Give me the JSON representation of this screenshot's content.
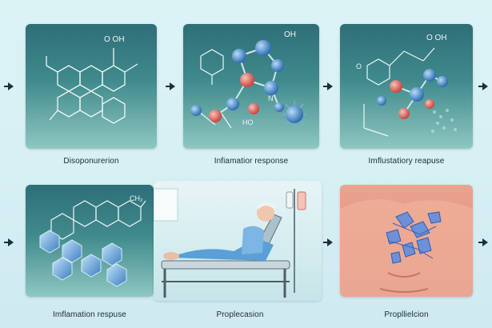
{
  "steps": [
    {
      "caption": "Disoponurerion"
    },
    {
      "caption": "Infiamatior response"
    },
    {
      "caption": "Imflustatiory reapuse"
    },
    {
      "caption": "Imflamation respuse"
    },
    {
      "caption": "Proplecasion"
    },
    {
      "caption": "Propllielcion"
    }
  ],
  "molecule_labels": {
    "p1_top": "O   OH",
    "p2_top": "OH",
    "p2_side": "N",
    "p2_mid": "HO",
    "p3_top": "O   OH",
    "p3_left": "O",
    "p4_top": "CH₂"
  },
  "colors": {
    "panel_top": "#2f6e78",
    "panel_bottom": "#8fc7c1",
    "atom_blue": "#3f7fc4",
    "atom_red": "#d9645e",
    "arrow": "#1d2f3a"
  }
}
